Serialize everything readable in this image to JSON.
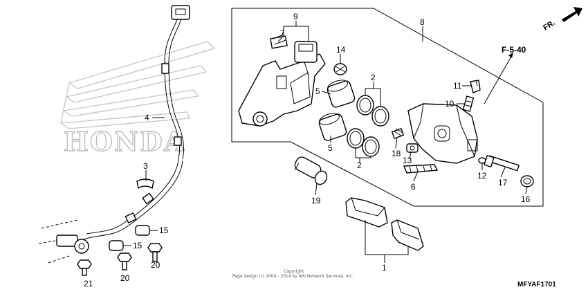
{
  "callouts": {
    "n1": "1",
    "n2a": "2",
    "n2b": "2",
    "n3": "3",
    "n4": "4",
    "n5a": "5",
    "n5b": "5",
    "n6": "6",
    "n7": "7",
    "n8": "8",
    "n9": "9",
    "n10": "10",
    "n11": "11",
    "n12": "12",
    "n13": "13",
    "n14": "14",
    "n15a": "15",
    "n15b": "15",
    "n16": "16",
    "n17": "17",
    "n18": "18",
    "n19": "19",
    "n20a": "20",
    "n20b": "20",
    "n21": "21"
  },
  "reference_label": "F-5-40",
  "direction_label": "FR.",
  "watermark_text": "HONDA",
  "copyright_line1": "Copyright",
  "copyright_line2": "Page design (c) 2004 - 2014 by ARI Network Services, Inc.",
  "diagram_code": "MFYAF1701"
}
